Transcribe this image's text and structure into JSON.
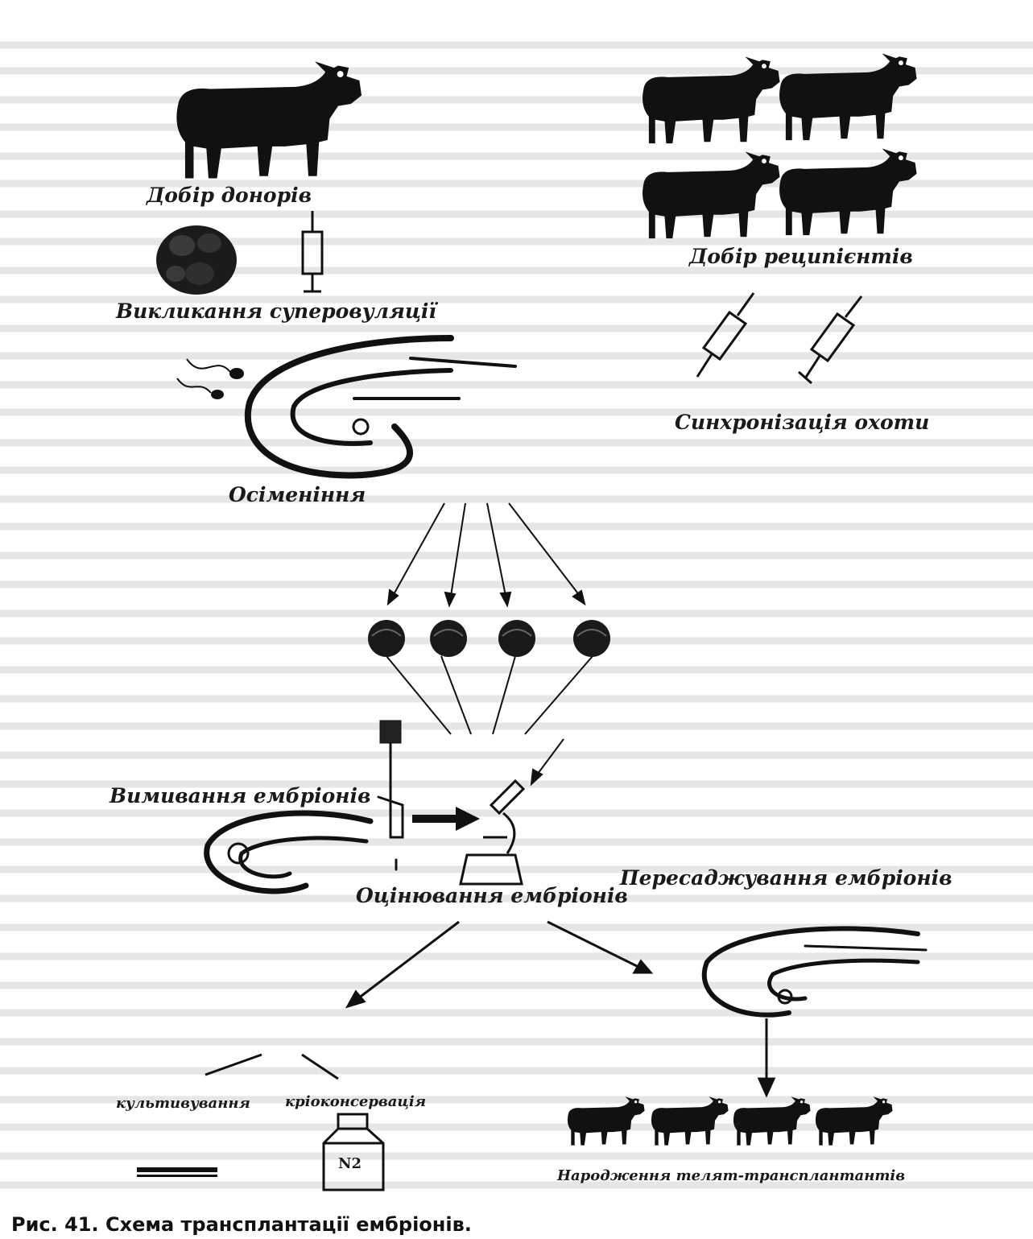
{
  "labels": {
    "donors": "Добір донорів",
    "recipients": "Добір реципієнтів",
    "superovulation": "Викликання суперовуляції",
    "synchronization": "Синхронізація охоти",
    "insemination": "Осіменіння",
    "flushing": "Вимивання ембріонів",
    "evaluation": "Оцінювання ембріонів",
    "transfer": "Пересаджування ембріонів",
    "cultivation": "культивування",
    "cryopreservation": "кріоконсервація",
    "nitrogen": "N2",
    "birth": "Народження телят-трансплантантів"
  },
  "caption": "Рис. 41. Схема трансплантації ембріонів.",
  "colors": {
    "ink": "#111111",
    "ghost": "#e7e7e7"
  }
}
